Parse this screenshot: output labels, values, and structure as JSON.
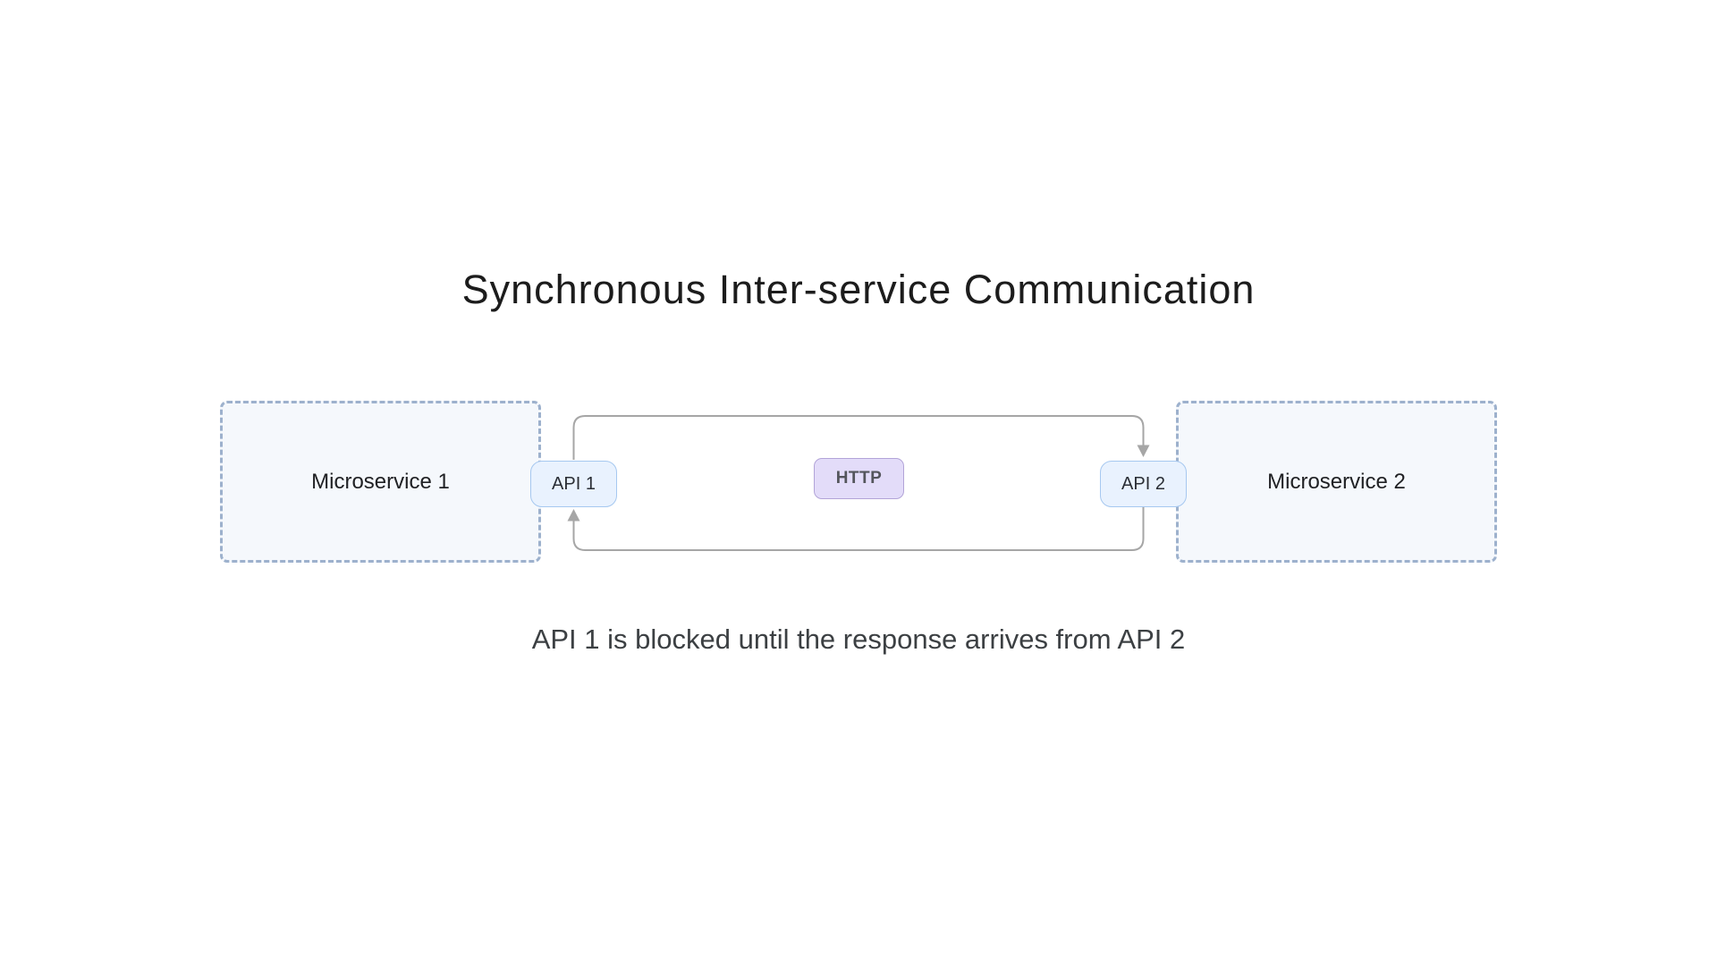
{
  "title": "Synchronous Inter-service Communication",
  "caption": "API 1 is blocked until the response arrives from API 2",
  "diagram": {
    "microservice1": {
      "label": "Microservice 1"
    },
    "microservice2": {
      "label": "Microservice 2"
    },
    "api1": {
      "label": "API 1"
    },
    "api2": {
      "label": "API 2"
    },
    "protocol": {
      "label": "HTTP"
    },
    "connections": [
      {
        "from": "API 1",
        "to": "API 2",
        "kind": "request",
        "via": "HTTP"
      },
      {
        "from": "API 2",
        "to": "API 1",
        "kind": "response",
        "via": "HTTP"
      }
    ]
  },
  "colors": {
    "page-bg": "#ffffff",
    "title-color": "#1c1c1c",
    "caption-color": "#3c4043",
    "ms-fill": "#f5f8fc",
    "ms-border": "#9db1cd",
    "ms-text": "#202124",
    "api-fill": "#e9f2fe",
    "api-border": "#a6c8f0",
    "api-text": "#2a2e35",
    "http-fill": "#e3dcf9",
    "http-border": "#b2a4d8",
    "http-text": "#54555c",
    "connector": "#a6a6a6"
  }
}
